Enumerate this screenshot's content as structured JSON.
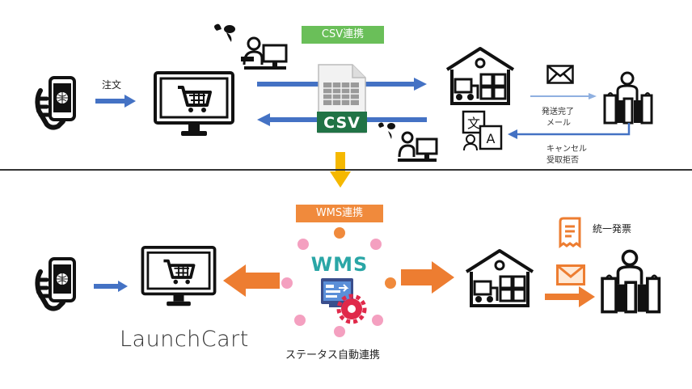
{
  "top": {
    "order_label": "注文",
    "csv_badge": "CSV連携",
    "csv_file_text": "CSV",
    "ship_done": [
      "発送完了",
      "メール"
    ],
    "cancel": [
      "キャンセル",
      "受取拒否"
    ]
  },
  "bottom": {
    "wms_badge": "WMS連携",
    "wms_text": "WMS",
    "invoice_label": "統一発票",
    "logo": "LaunchCart",
    "status_label": "ステータス自動連携"
  },
  "colors": {
    "blue_arrow": "#4472c4",
    "green_badge": "#6abf59",
    "orange_badge": "#f08a3c",
    "orange_arrow": "#ed7d31",
    "yellow_arrow": "#f5b800",
    "pink_dot": "#f4a0c0",
    "orange_dot": "#f08a3c",
    "csv_green": "#217346",
    "wms_teal": "#2aa6a6",
    "gear_red": "#e0294a"
  },
  "icons": [
    "phone-hand-icon",
    "cart-monitor-icon",
    "worker-computer-icon",
    "csv-file-icon",
    "warehouse-icon",
    "mail-icon",
    "translation-icon",
    "customers-icon",
    "receipt-icon",
    "wms-app-icon"
  ]
}
